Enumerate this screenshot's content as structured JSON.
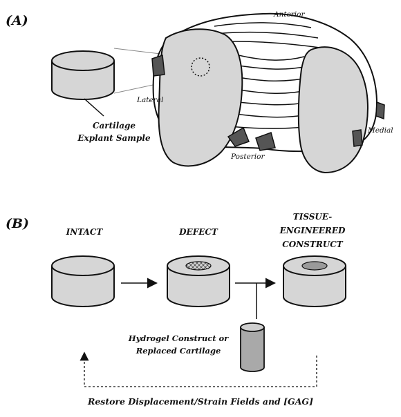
{
  "panel_a": {
    "label": "(A)",
    "sample_line1": "Cartilage",
    "sample_line2": "Explant Sample",
    "anterior": "Anterior",
    "lateral": "Lateral",
    "medial": "Medial",
    "posterior": "Posterior"
  },
  "panel_b": {
    "label": "(B)",
    "intact": "INTACT",
    "defect": "DEFECT",
    "te_line1": "TISSUE-",
    "te_line2": "ENGINEERED",
    "te_line3": "CONSTRUCT",
    "hydrogel_line1": "Hydrogel Construct or",
    "hydrogel_line2": "Replaced Cartilage",
    "restore": "Restore Displacement/Strain Fields and [GAG]"
  }
}
